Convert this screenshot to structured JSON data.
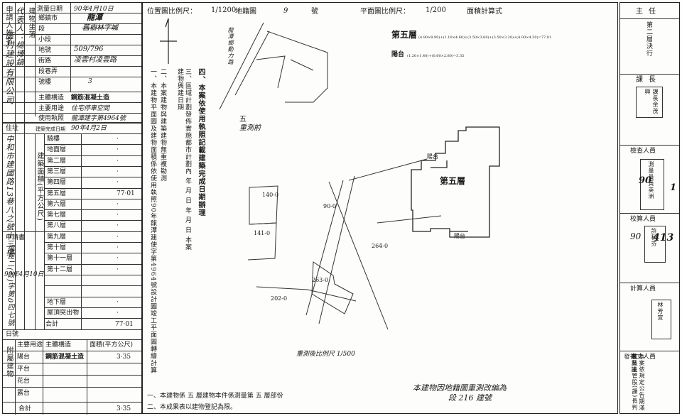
{
  "left_form": {
    "applicant_label": "申請人姓名",
    "applicant_name": "區村建設有限公司",
    "applicant_rep": "代表人：楊博鎮",
    "address_label": "住址",
    "address_value": "中和市建國路13巷八之號十三樓",
    "application_label": "申請書",
    "application_value": "梁昆二(改)字第0四七號",
    "application_date": "90年4月10日",
    "date_label": "日號",
    "survey_date_label": "測量日期",
    "survey_date_value": "90年4月10日",
    "location_labels": [
      "鄉鎮市",
      "段",
      "小段",
      "地號",
      "街路",
      "段巷弄",
      "號樓"
    ],
    "building_location_label": "建物坐落",
    "township": "龍潭",
    "section": "舊樹林字城",
    "land_no": "509/796",
    "street": "凌雲村凌雲路",
    "door_no": "3",
    "structure_label": "主體構造",
    "structure_value": "鋼筋混凝土造",
    "use_label": "主要用途",
    "use_value": "住宅停車空間",
    "license_label": "使用執照",
    "license_value": "龍潭建字第4964號",
    "completion_label": "建築完成日期",
    "completion_value": "90年4月2日",
    "area_label": "建築面積(平方公尺)",
    "floors": [
      "騎樓",
      "地面層",
      "第二層",
      "第三層",
      "第四層",
      "第五層",
      "第六層",
      "第七層",
      "第八層",
      "第九層",
      "第十層",
      "第十一層",
      "第十二層",
      "",
      "",
      "地下層",
      "屋頂突出物"
    ],
    "floor_values": [
      "·",
      "·",
      "·",
      "·",
      "·",
      "77·01",
      "·",
      "·",
      "·",
      "·",
      "·",
      "·",
      "·",
      "",
      "",
      "·",
      "·"
    ],
    "total_label": "合計",
    "total_value": "77·01",
    "annex_label": "附屬建物",
    "annex_headers": [
      "主要用途",
      "主體構造",
      "面積(平方公尺)"
    ],
    "annex_rows": [
      {
        "use": "陽台",
        "structure": "鋼筋混凝土造",
        "area": "3·35"
      },
      {
        "use": "平台",
        "structure": "",
        "area": ""
      },
      {
        "use": "花台",
        "structure": "",
        "area": ""
      },
      {
        "use": "露台",
        "structure": "",
        "area": ""
      }
    ],
    "annex_total_label": "合計",
    "annex_total_value": "3·35"
  },
  "header": {
    "location_scale_label": "位置圖比例尺：",
    "location_scale": "1/1200",
    "sheet_label": "地籍圖",
    "sheet_no": "9",
    "sheet_suffix": "號",
    "plan_scale_label": "平面圖比例尺：",
    "plan_scale": "1/200",
    "area_calc_label": "面積計算式"
  },
  "notes": {
    "n1": "一、本建物平面圖及建物面積係依使用執照90年龍潭建使字第4964號設計圖竣工平面圖轉繪計算",
    "n2": "二、本案建物與建築建物無重複勘測",
    "n3": "三、區域計劃發佈實施都市計劃內 年 月 日 年 月 日 本案建物興建日期",
    "n4": "四、本案依使用執照記載建築完成日期辦理"
  },
  "drawing": {
    "title_fifth": "第五層",
    "balcony": "陽台",
    "fifth_formula": "(4.90×8.90)+(1.10×4.60)+(3.50×3.60)+(3.50×3.20)+(4.00×4.50)=77.01",
    "balcony_formula": "(1.20×1.40)+(0.60×2.80)=3.35",
    "north_label": "五",
    "street_label": "龍潭鄉動力路",
    "scale_caption": "重測後比例尺 1/500",
    "parcel_1": "140-0",
    "parcel_2": "141-0",
    "parcel_3": "263-0",
    "parcel_4": "264-0",
    "parcel_5": "202-0",
    "parcel_6": "90-0",
    "location_caption": "重測前",
    "footer_1": "一、本建物係 五 層建物本件係測量第 五 層部份",
    "footer_2": "二、本成果表以建物登記為限。",
    "footer_title": "本建物因地籍圖重測改編為",
    "footer_title_2": "段 216 建號"
  },
  "right_panel": {
    "head": "主任",
    "second_floor": "第二層決行",
    "section_chief": "課長",
    "chief_stamp": "課長余茂興",
    "checker_label": "檢查人員",
    "checker_stamp": "測量員黃英洲",
    "calc_label": "校算人員",
    "calc_stamp": "許秋芬",
    "computer_label": "計算人員",
    "computer_stamp": "林芳宜",
    "verify_label": "複丈人員",
    "side_number_1": "90",
    "side_number_2": "1",
    "side_number_3": "90",
    "side_number_4": "413",
    "side_note": "本案依規定公告期滿無異議",
    "side_note_2": "校核主管股(課)長判發"
  }
}
